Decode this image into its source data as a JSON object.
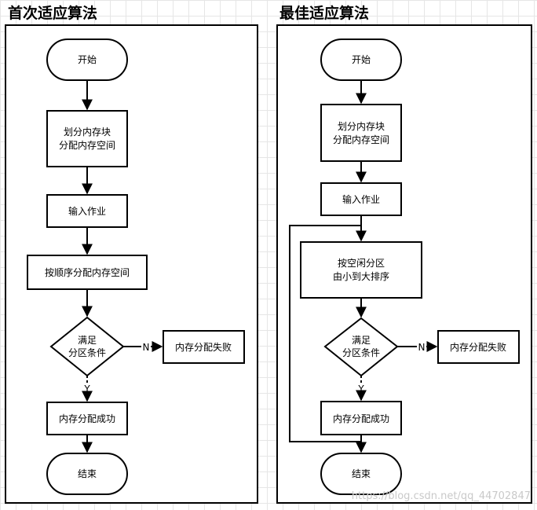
{
  "left": {
    "title": "首次适应算法",
    "start": "开始",
    "divide": [
      "划分内存块",
      "分配内存空间"
    ],
    "input": "输入作业",
    "order": "按顺序分配内存空间",
    "decision": [
      "满足",
      "分区条件"
    ],
    "no": "N",
    "yes": "Y",
    "fail": "内存分配失败",
    "success": "内存分配成功",
    "end": "结束"
  },
  "right": {
    "title": "最佳适应算法",
    "start": "开始",
    "divide": [
      "划分内存块",
      "分配内存空间"
    ],
    "input": "输入作业",
    "sort": [
      "按空闲分区",
      "由小到大排序"
    ],
    "decision": [
      "满足",
      "分区条件"
    ],
    "no": "N",
    "yes": "Y",
    "fail": "内存分配失败",
    "success": "内存分配成功",
    "end": "结束"
  },
  "watermark": "https://blog.csdn.net/qq_44702847"
}
